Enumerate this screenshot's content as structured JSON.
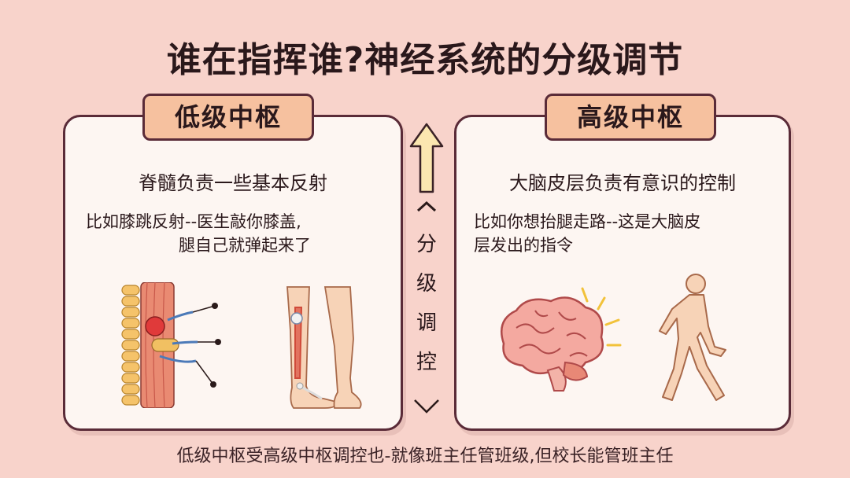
{
  "title": "谁在指挥谁?神经系统的分级调节",
  "left": {
    "tag": "低级中枢",
    "subhead": "脊髓负责一些基本反射",
    "desc_line1": "比如膝跳反射--医生敲你膝盖,",
    "desc_line2": "腿自己就弹起来了",
    "icons": [
      "spinal-cord-icon",
      "leg-reflex-icon"
    ]
  },
  "right": {
    "tag": "高级中枢",
    "subhead": "大脑皮层负责有意识的控制",
    "desc_line1": "比如你想抬腿走路--这是大脑皮",
    "desc_line2": "层发出的指令",
    "icons": [
      "brain-icon",
      "walking-person-icon"
    ]
  },
  "middle": {
    "chars": [
      "分",
      "级",
      "调",
      "控"
    ],
    "icons": [
      "up-arrow-icon",
      "chevron-down-icon"
    ]
  },
  "footer": "低级中枢受高级中枢调控也-就像班主任管班级,但校长能管班主任",
  "colors": {
    "background": "#f8d3cb",
    "panel": "#fdf6f2",
    "border": "#5a2b38",
    "tag": "#f6c19f"
  }
}
